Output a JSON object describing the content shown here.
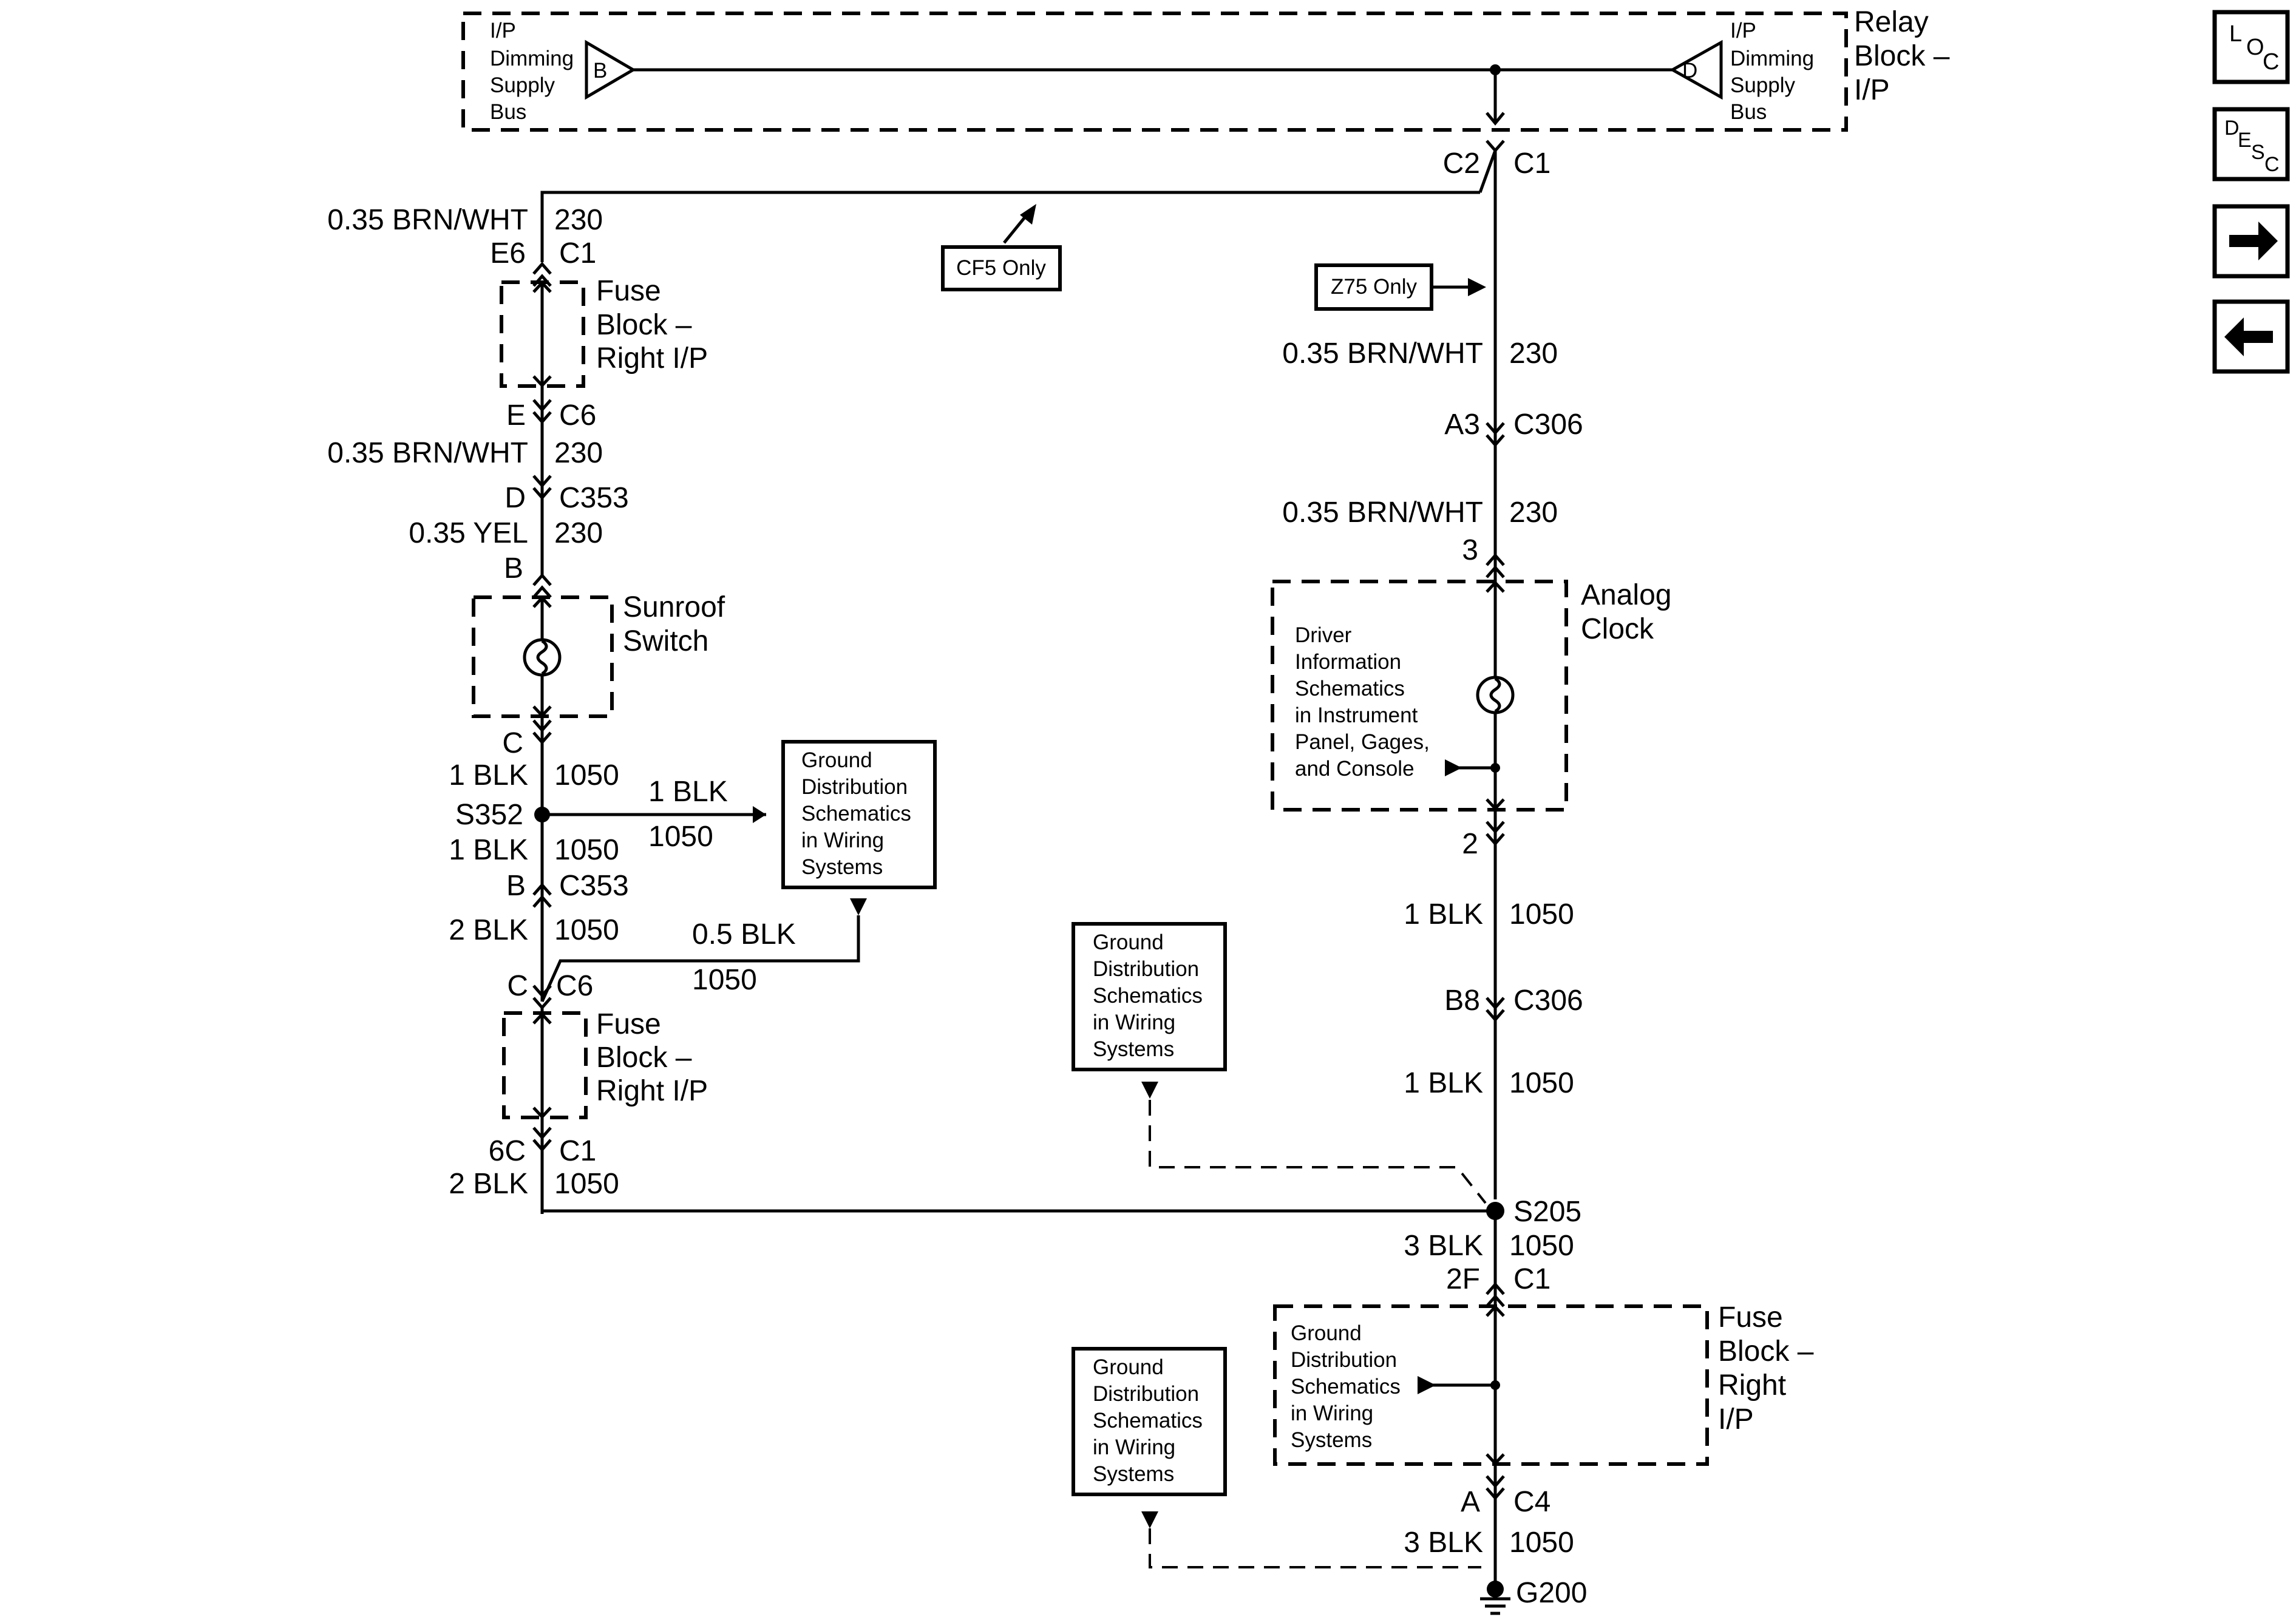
{
  "relay_block": {
    "label": [
      "Relay",
      "Block –",
      "I/P"
    ],
    "left_bus": [
      "I/P",
      "Dimming",
      "Supply",
      "Bus"
    ],
    "left_letter": "B",
    "right_bus": [
      "I/P",
      "Dimming",
      "Supply",
      "Bus"
    ],
    "right_letter": "D"
  },
  "left_circuit": {
    "top_connector_left": "C2",
    "wire1": "0.35 BRN/WHT",
    "ckt1": "230",
    "fuse_top_pin": "E6",
    "fuse_top_conn": "C1",
    "fuse_block_1": [
      "Fuse",
      "Block –",
      "Right I/P"
    ],
    "fuse_bottom_pin": "E",
    "fuse_bottom_conn": "C6",
    "wire2": "0.35 BRN/WHT",
    "ckt2": "230",
    "c353_pin_d": "D",
    "c353_a": "C353",
    "wire3": "0.35 YEL",
    "ckt3": "230",
    "sunroof_pin_b": "B",
    "sunroof": [
      "Sunroof",
      "Switch"
    ],
    "sunroof_pin_c": "C",
    "wire4": "1 BLK",
    "ckt4": "1050",
    "splice": "S352",
    "wire5": "1 BLK",
    "ckt5": "1050",
    "c353_pin_b": "B",
    "c353_b": "C353",
    "wire6": "2 BLK",
    "ckt6": "1050",
    "fuse2_pin": "C",
    "fuse2_conn": "C6",
    "fuse_block_2": [
      "Fuse",
      "Block –",
      "Right I/P"
    ],
    "fuse2_bottom_pin": "6C",
    "fuse2_bottom_conn": "C1",
    "wire7": "2 BLK",
    "ckt7": "1050",
    "branch_wire": "1 BLK",
    "branch_ckt": "1050",
    "branch2_wire": "0.5 BLK",
    "branch2_ckt": "1050",
    "ground_ref": [
      "Ground",
      "Distribution",
      "Schematics",
      "in Wiring",
      "Systems"
    ]
  },
  "option_cf5": "CF5 Only",
  "option_z75": "Z75 Only",
  "right_circuit": {
    "top_connector_right": "C1",
    "wire1": "0.35 BRN/WHT",
    "ckt1": "230",
    "c306_pin_a": "A3",
    "c306_a": "C306",
    "wire2": "0.35 BRN/WHT",
    "ckt2": "230",
    "clock_pin_in": "3",
    "clock": [
      "Analog",
      "Clock"
    ],
    "clock_ref": [
      "Driver",
      "Information",
      "Schematics",
      "in Instrument",
      "Panel, Gages,",
      "and Console"
    ],
    "clock_pin_out": "2",
    "wire3": "1 BLK",
    "ckt3": "1050",
    "c306_pin_b": "B8",
    "c306_b": "C306",
    "wire4": "1 BLK",
    "ckt4": "1050",
    "splice": "S205",
    "wire5": "3 BLK",
    "ckt5": "1050",
    "fuse_pin": "2F",
    "fuse_conn": "C1",
    "fuse_block": [
      "Fuse",
      "Block –",
      "Right",
      "I/P"
    ],
    "fuse_ref": [
      "Ground",
      "Distribution",
      "Schematics",
      "in Wiring",
      "Systems"
    ],
    "c4_pin": "A",
    "c4": "C4",
    "wire6": "3 BLK",
    "ckt6": "1050",
    "ground": "G200",
    "ground_ref_1": [
      "Ground",
      "Distribution",
      "Schematics",
      "in Wiring",
      "Systems"
    ],
    "ground_ref_2": [
      "Ground",
      "Distribution",
      "Schematics",
      "in Wiring",
      "Systems"
    ]
  },
  "nav": {
    "loc": [
      "L",
      "O",
      "C"
    ],
    "desc": [
      "D",
      "E",
      "S",
      "C"
    ],
    "next_icon": "arrow-right-icon",
    "prev_icon": "arrow-left-icon"
  }
}
